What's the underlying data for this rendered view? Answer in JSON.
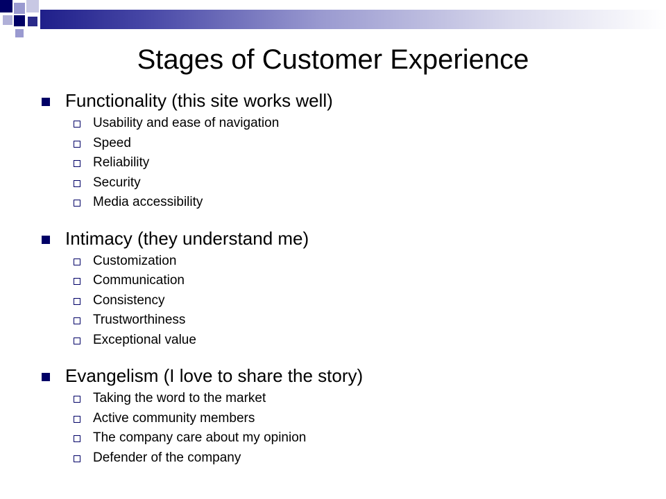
{
  "slide": {
    "title": "Stages of Customer Experience",
    "accent_color": "#000066",
    "sections": [
      {
        "heading": "Functionality (this site works well)",
        "items": [
          "Usability and ease of navigation",
          "Speed",
          "Reliability",
          "Security",
          "Media accessibility"
        ]
      },
      {
        "heading": "Intimacy (they understand me)",
        "items": [
          "Customization",
          "Communication",
          "Consistency",
          "Trustworthiness",
          "Exceptional value"
        ]
      },
      {
        "heading": "Evangelism (I love to share the story)",
        "items": [
          "Taking the word to the market",
          "Active community members",
          "The company care about my opinion",
          "Defender of the company"
        ]
      }
    ]
  }
}
